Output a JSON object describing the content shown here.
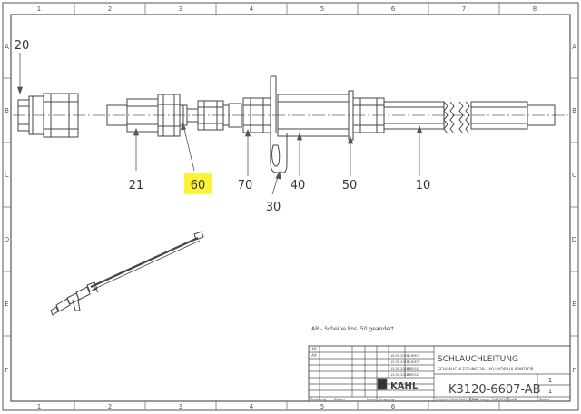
{
  "border": {
    "columns": [
      "1",
      "2",
      "3",
      "4",
      "5",
      "6",
      "7",
      "8"
    ],
    "rows": [
      "A",
      "B",
      "C",
      "D",
      "E",
      "F"
    ]
  },
  "callouts": {
    "p20": "20",
    "p21": "21",
    "p60": "60",
    "p70": "70",
    "p30": "30",
    "p40": "40",
    "p50": "50",
    "p10": "10"
  },
  "highlight_color": "#fff33a",
  "revision_note": "AB - Scheibe Pos. 50 geandert.",
  "title_block": {
    "title": "SCHLAUCHLEITUNG",
    "subtitle": "SCHLAUCHLEITUNG 39 - 40 HYDRAULIKMOTOR",
    "drawing_number": "K3120-6607-AB",
    "company": "KAHL",
    "sheet": "1",
    "sheets": "1",
    "rev_letters": [
      "AB",
      "AA",
      "",
      "",
      "",
      "",
      "",
      ""
    ],
    "dates": [
      "16.05.2019",
      "15.05.2019",
      "15.05.2019",
      "15.05.2019"
    ],
    "names": [
      "SCHMIT",
      "SCHMIT",
      "DREISS",
      "DREISS"
    ],
    "footer_left": [
      "Änderung",
      "Datum",
      "Name"
    ],
    "footer_mid": "Ursprung:",
    "footer_project": "Projekt: 900000007927-AB",
    "footer_drawing": "Zeichnung: 7002509074-AB",
    "footer_status": "Status"
  }
}
